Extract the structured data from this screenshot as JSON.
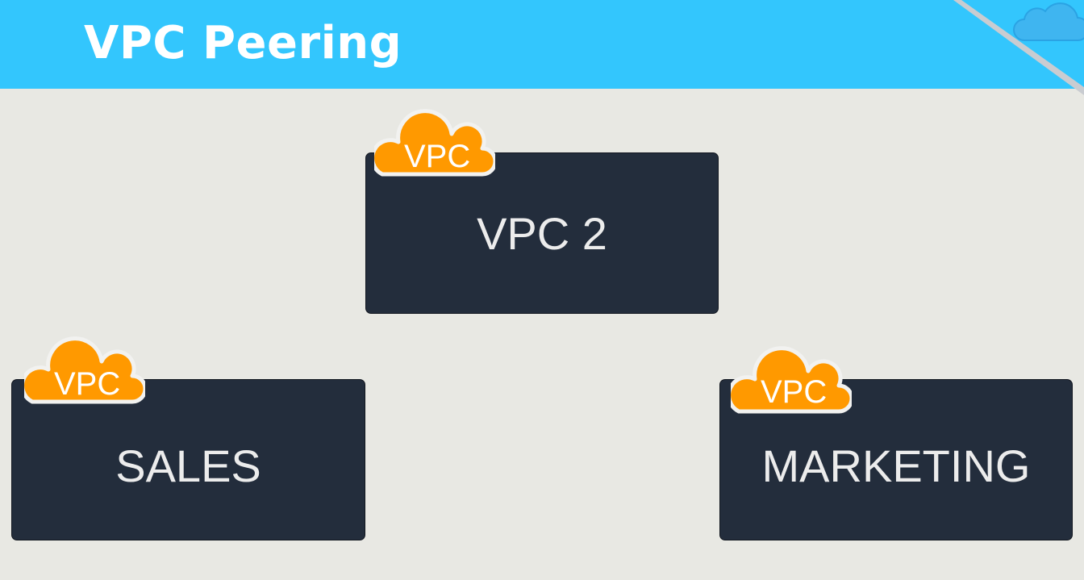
{
  "header": {
    "title": "VPC Peering"
  },
  "colors": {
    "header_bg": "#33c6fd",
    "page_bg": "#e8e8e3",
    "box_bg": "#232d3c",
    "badge_orange": "#ff9900",
    "box_text": "#ececec"
  },
  "icons": [
    "cloud-icon",
    "vpc-cloud-icon"
  ],
  "vpcs": [
    {
      "label": "VPC 2",
      "badge": "VPC"
    },
    {
      "label": "SALES",
      "badge": "VPC"
    },
    {
      "label": "MARKETING",
      "badge": "VPC"
    }
  ]
}
